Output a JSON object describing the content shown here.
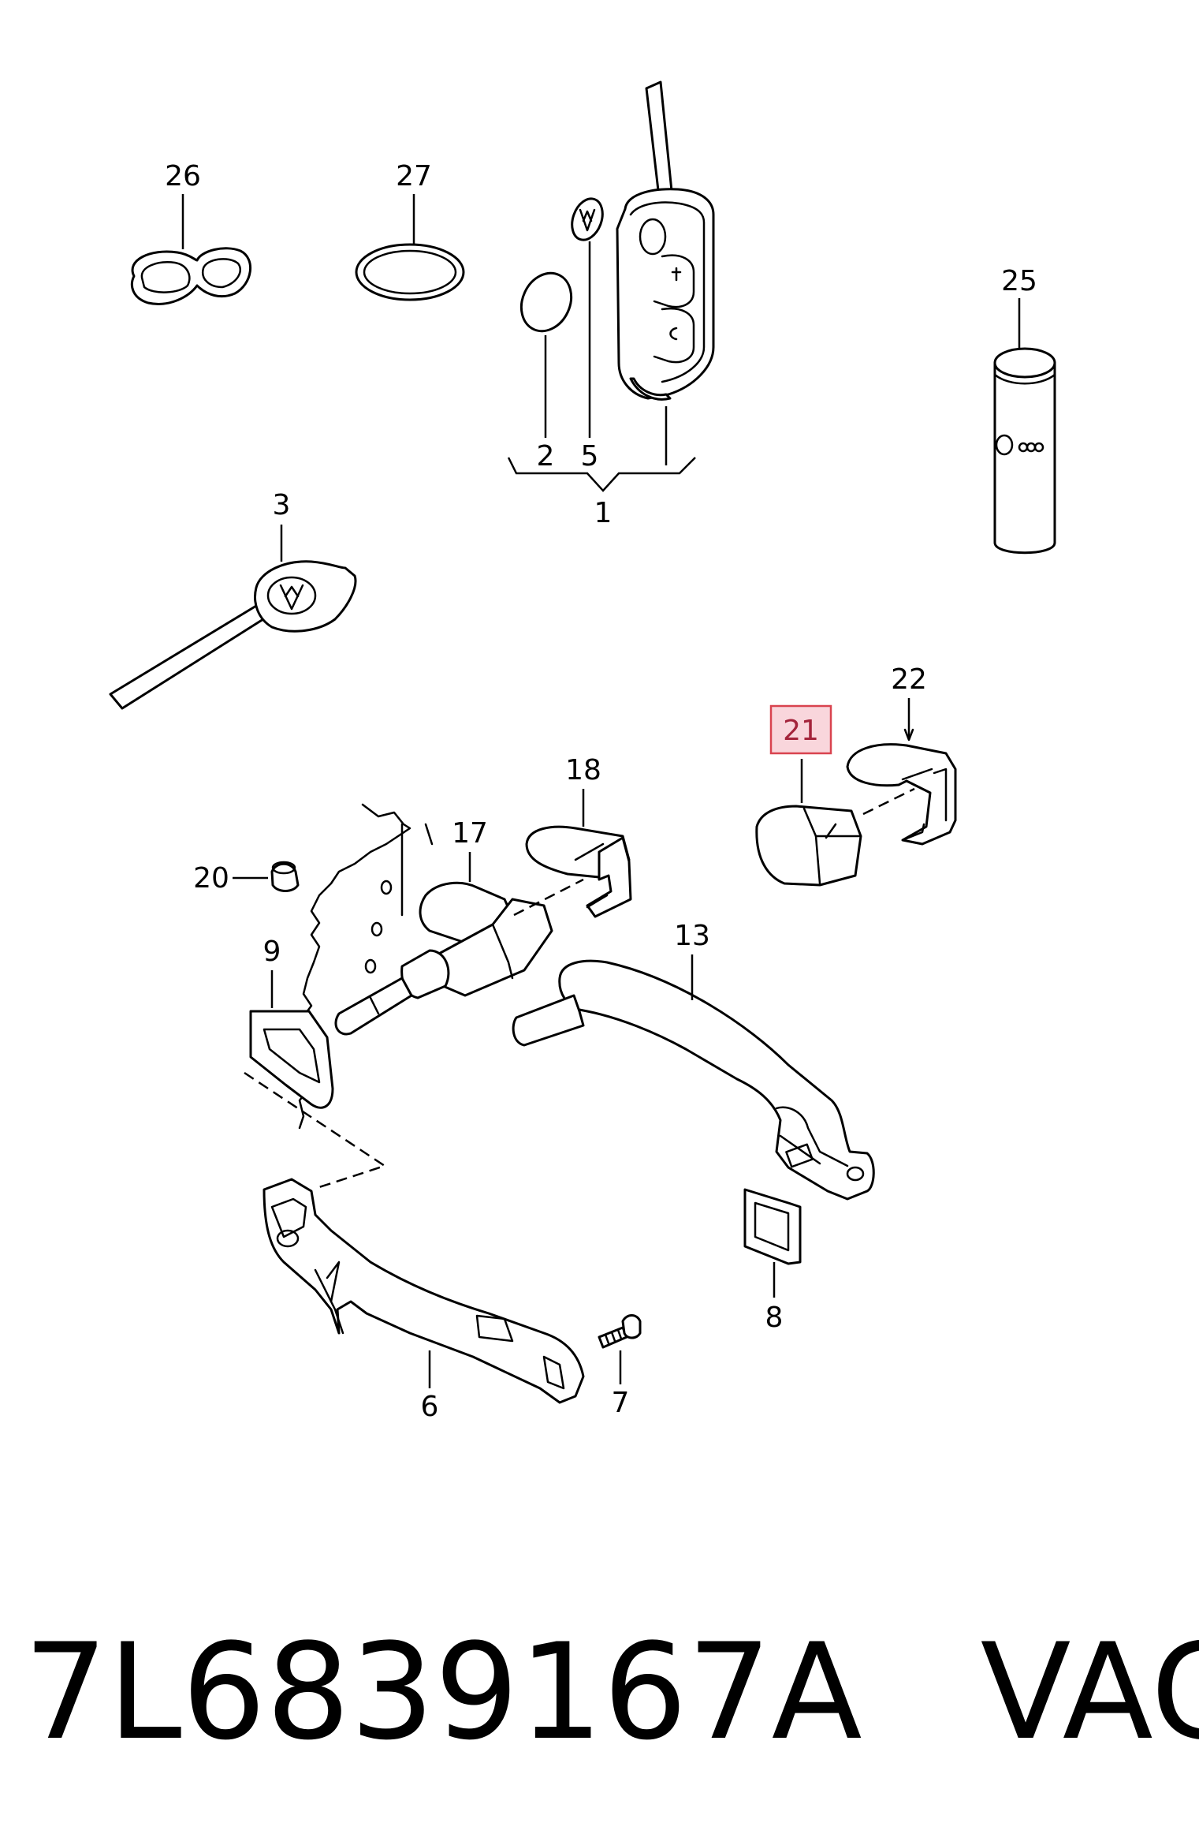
{
  "callouts": {
    "c1": "1",
    "c2": "2",
    "c3": "3",
    "c5": "5",
    "c6": "6",
    "c7": "7",
    "c8": "8",
    "c9": "9",
    "c13": "13",
    "c17": "17",
    "c18": "18",
    "c20": "20",
    "c21": "21",
    "c22": "22",
    "c25": "25",
    "c26": "26",
    "c27": "27"
  },
  "highlighted_callout": "21",
  "highlight_color": "#d9434f",
  "footer": {
    "part_number": "7L6839167A",
    "brand": "VAG"
  }
}
